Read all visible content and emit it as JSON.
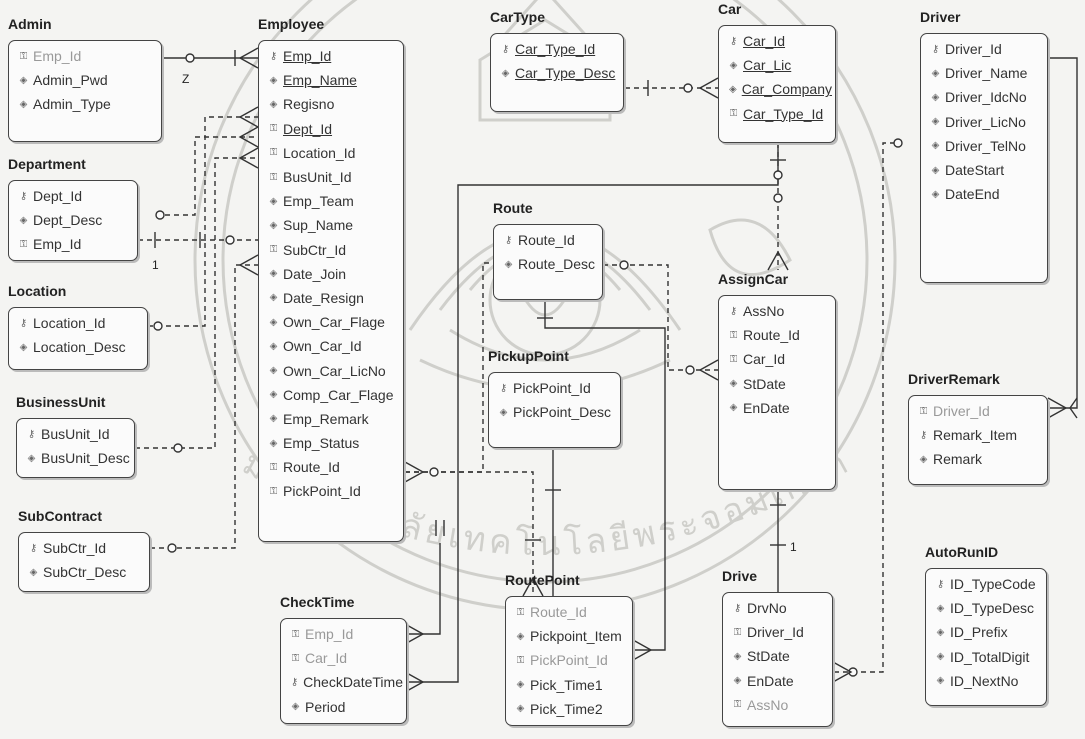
{
  "entities": [
    {
      "id": "admin",
      "title": "Admin",
      "fields": [
        {
          "name": "Emp_Id",
          "icon": "pfk",
          "gray": true
        },
        {
          "name": "Admin_Pwd",
          "icon": "attr"
        },
        {
          "name": "Admin_Type",
          "icon": "attr"
        }
      ]
    },
    {
      "id": "department",
      "title": "Department",
      "fields": [
        {
          "name": "Dept_Id",
          "icon": "pk"
        },
        {
          "name": "Dept_Desc",
          "icon": "attr"
        },
        {
          "name": "Emp_Id",
          "icon": "fk"
        }
      ]
    },
    {
      "id": "location",
      "title": "Location",
      "fields": [
        {
          "name": "Location_Id",
          "icon": "pk"
        },
        {
          "name": "Location_Desc",
          "icon": "attr"
        }
      ]
    },
    {
      "id": "businessunit",
      "title": "BusinessUnit",
      "fields": [
        {
          "name": "BusUnit_Id",
          "icon": "pk"
        },
        {
          "name": "BusUnit_Desc",
          "icon": "attr"
        }
      ]
    },
    {
      "id": "subcontract",
      "title": "SubContract",
      "fields": [
        {
          "name": "SubCtr_Id",
          "icon": "pk"
        },
        {
          "name": "SubCtr_Desc",
          "icon": "attr"
        }
      ]
    },
    {
      "id": "employee",
      "title": "Employee",
      "fields": [
        {
          "name": "Emp_Id",
          "icon": "pk",
          "ul": true
        },
        {
          "name": "Emp_Name",
          "icon": "attr",
          "ul": true
        },
        {
          "name": "Regisno",
          "icon": "attr"
        },
        {
          "name": "Dept_Id",
          "icon": "fk",
          "ul": true
        },
        {
          "name": "Location_Id",
          "icon": "fk"
        },
        {
          "name": "BusUnit_Id",
          "icon": "fk"
        },
        {
          "name": "Emp_Team",
          "icon": "attr"
        },
        {
          "name": "Sup_Name",
          "icon": "attr"
        },
        {
          "name": "SubCtr_Id",
          "icon": "fk"
        },
        {
          "name": "Date_Join",
          "icon": "attr"
        },
        {
          "name": "Date_Resign",
          "icon": "attr"
        },
        {
          "name": "Own_Car_Flage",
          "icon": "attr"
        },
        {
          "name": "Own_Car_Id",
          "icon": "attr"
        },
        {
          "name": "Own_Car_LicNo",
          "icon": "attr"
        },
        {
          "name": "Comp_Car_Flage",
          "icon": "attr"
        },
        {
          "name": "Emp_Remark",
          "icon": "attr"
        },
        {
          "name": "Emp_Status",
          "icon": "attr"
        },
        {
          "name": "Route_Id",
          "icon": "fk"
        },
        {
          "name": "PickPoint_Id",
          "icon": "fk"
        }
      ]
    },
    {
      "id": "cartype",
      "title": "CarType",
      "fields": [
        {
          "name": "Car_Type_Id",
          "icon": "pk",
          "ul": true
        },
        {
          "name": "Car_Type_Desc",
          "icon": "attr",
          "ul": true
        }
      ]
    },
    {
      "id": "car",
      "title": "Car",
      "fields": [
        {
          "name": "Car_Id",
          "icon": "pk",
          "ul": true
        },
        {
          "name": "Car_Lic",
          "icon": "attr",
          "ul": true
        },
        {
          "name": "Car_Company",
          "icon": "attr",
          "ul": true
        },
        {
          "name": "Car_Type_Id",
          "icon": "fk",
          "ul": true
        }
      ]
    },
    {
      "id": "driver",
      "title": "Driver",
      "fields": [
        {
          "name": "Driver_Id",
          "icon": "pk"
        },
        {
          "name": "Driver_Name",
          "icon": "attr"
        },
        {
          "name": "Driver_IdcNo",
          "icon": "attr"
        },
        {
          "name": "Driver_LicNo",
          "icon": "attr"
        },
        {
          "name": "Driver_TelNo",
          "icon": "attr"
        },
        {
          "name": "DateStart",
          "icon": "attr"
        },
        {
          "name": "DateEnd",
          "icon": "attr"
        }
      ]
    },
    {
      "id": "route",
      "title": "Route",
      "fields": [
        {
          "name": "Route_Id",
          "icon": "pk"
        },
        {
          "name": "Route_Desc",
          "icon": "attr"
        }
      ]
    },
    {
      "id": "assigncar",
      "title": "AssignCar",
      "fields": [
        {
          "name": "AssNo",
          "icon": "pk"
        },
        {
          "name": "Route_Id",
          "icon": "fk"
        },
        {
          "name": "Car_Id",
          "icon": "fk"
        },
        {
          "name": "StDate",
          "icon": "attr"
        },
        {
          "name": "EnDate",
          "icon": "attr"
        }
      ]
    },
    {
      "id": "pickuppoint",
      "title": "PickupPoint",
      "fields": [
        {
          "name": "PickPoint_Id",
          "icon": "pk"
        },
        {
          "name": "PickPoint_Desc",
          "icon": "attr"
        }
      ]
    },
    {
      "id": "driverremark",
      "title": "DriverRemark",
      "fields": [
        {
          "name": "Driver_Id",
          "icon": "pfk",
          "gray": true
        },
        {
          "name": "Remark_Item",
          "icon": "pk"
        },
        {
          "name": "Remark",
          "icon": "attr"
        }
      ]
    },
    {
      "id": "checktime",
      "title": "CheckTime",
      "fields": [
        {
          "name": "Emp_Id",
          "icon": "pfk",
          "gray": true
        },
        {
          "name": "Car_Id",
          "icon": "pfk",
          "gray": true
        },
        {
          "name": "CheckDateTime",
          "icon": "pk"
        },
        {
          "name": "Period",
          "icon": "attr"
        }
      ]
    },
    {
      "id": "routepoint",
      "title": "RoutePoint",
      "fields": [
        {
          "name": "Route_Id",
          "icon": "pfk",
          "gray": true
        },
        {
          "name": "Pickpoint_Item",
          "icon": "attr"
        },
        {
          "name": "PickPoint_Id",
          "icon": "pfk",
          "gray": true
        },
        {
          "name": "Pick_Time1",
          "icon": "attr"
        },
        {
          "name": "Pick_Time2",
          "icon": "attr"
        }
      ]
    },
    {
      "id": "drive",
      "title": "Drive",
      "fields": [
        {
          "name": "DrvNo",
          "icon": "pk"
        },
        {
          "name": "Driver_Id",
          "icon": "fk"
        },
        {
          "name": "StDate",
          "icon": "attr"
        },
        {
          "name": "EnDate",
          "icon": "attr"
        },
        {
          "name": "AssNo",
          "icon": "pfk",
          "gray": true
        }
      ]
    },
    {
      "id": "autorunid",
      "title": "AutoRunID",
      "fields": [
        {
          "name": "ID_TypeCode",
          "icon": "pk"
        },
        {
          "name": "ID_TypeDesc",
          "icon": "attr"
        },
        {
          "name": "ID_Prefix",
          "icon": "attr"
        },
        {
          "name": "ID_TotalDigit",
          "icon": "attr"
        },
        {
          "name": "ID_NextNo",
          "icon": "attr"
        }
      ]
    }
  ],
  "annotations": {
    "admin_z": "Z",
    "dept_one": "1",
    "drive_one": "1"
  },
  "watermark_text": "มหาวิทยาลัยเทคโนโลยีพระจอมเกล้าเจ้าคุณทหารลาดกระบัง",
  "colors": {
    "line": "#333333",
    "box_border": "#444444",
    "watermark": "#c9c9c5"
  }
}
